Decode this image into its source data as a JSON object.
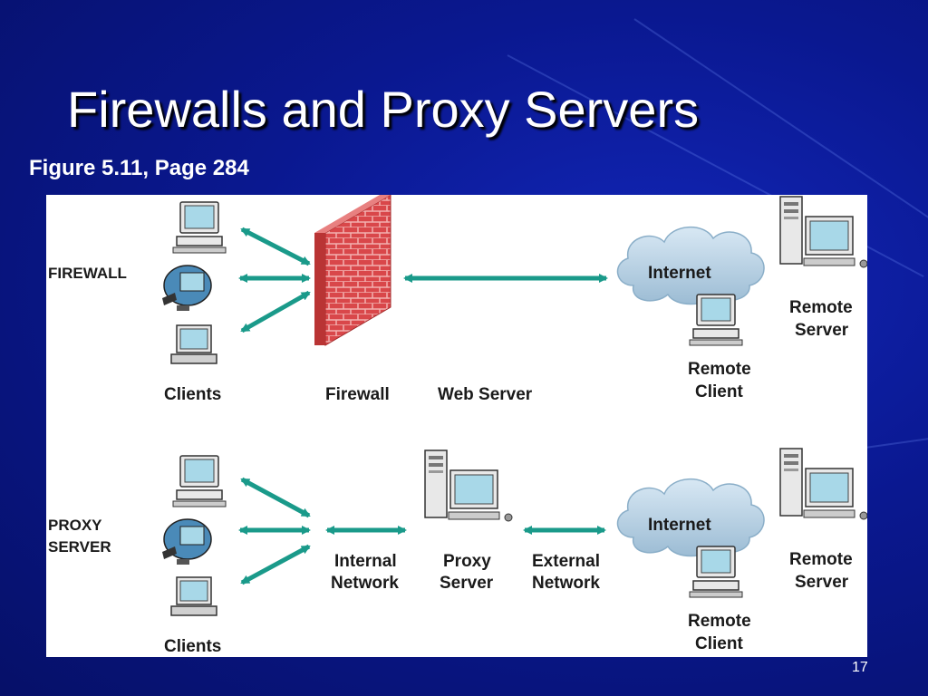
{
  "slide": {
    "title": "Firewalls and Proxy Servers",
    "subtitle": "Figure 5.11, Page 284",
    "page_number": "17"
  },
  "diagram": {
    "firewall_section": {
      "label": "FIREWALL",
      "clients_label": "Clients",
      "firewall_label": "Firewall",
      "web_server_label": "Web Server",
      "internet_label": "Internet",
      "remote_server_label": [
        "Remote",
        "Server"
      ],
      "remote_client_label": [
        "Remote",
        "Client"
      ]
    },
    "proxy_section": {
      "label": [
        "PROXY",
        "SERVER"
      ],
      "clients_label": "Clients",
      "internal_network_label": [
        "Internal",
        "Network"
      ],
      "proxy_server_label": [
        "Proxy",
        "Server"
      ],
      "external_network_label": [
        "External",
        "Network"
      ],
      "internet_label": "Internet",
      "remote_server_label": [
        "Remote",
        "Server"
      ],
      "remote_client_label": [
        "Remote",
        "Client"
      ]
    },
    "colors": {
      "arrow": "#1a9a8a",
      "brick": "#d9474a",
      "cloud": "#b8d4e8",
      "screen": "#a8d8e8",
      "background": "#0a1890"
    }
  }
}
